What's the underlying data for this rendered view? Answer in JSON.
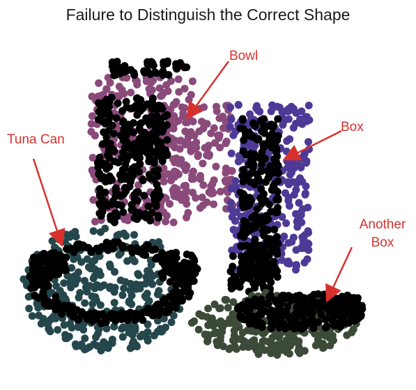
{
  "title": "Failure to Distinguish the Correct Shape",
  "annotations": {
    "bowl": "Bowl",
    "box": "Box",
    "tuna_can": "Tuna Can",
    "another_box_line1": "Another",
    "another_box_line2": "Box"
  },
  "colors": {
    "annotation": "#d7312e",
    "bowl_points": "#8a4a7a",
    "box_points": "#4e3a96",
    "tuna_can_points": "#25474c",
    "another_box_points": "#3c4a38",
    "misclassified_points": "#000000"
  }
}
